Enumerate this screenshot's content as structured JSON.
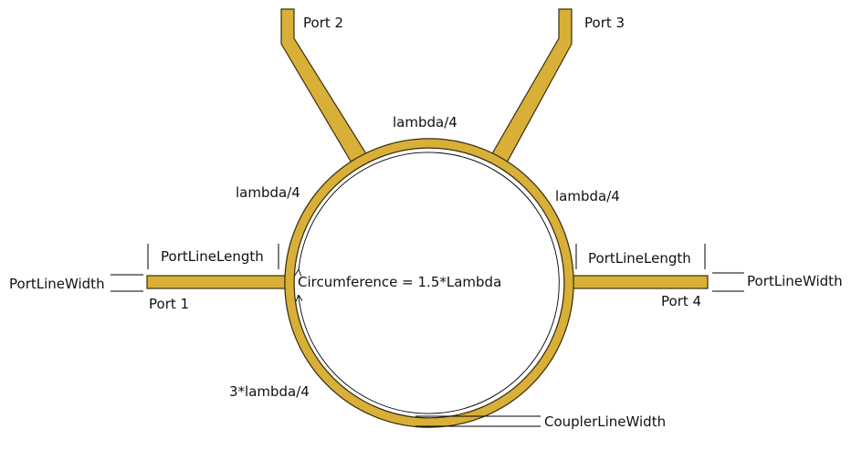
{
  "colors": {
    "metal": "#d8b038",
    "outline": "#3a2e10",
    "line": "#000000"
  },
  "labels": {
    "port1": "Port 1",
    "port2": "Port 2",
    "port3": "Port 3",
    "port4": "Port 4",
    "top_arc": "lambda/4",
    "left_arc": "lambda/4",
    "right_arc": "lambda/4",
    "bottom_arc": "3*lambda/4",
    "circumference": "Circumference = 1.5*Lambda",
    "port_line_length_left": "PortLineLength",
    "port_line_length_right": "PortLineLength",
    "port_line_width_left": "PortLineWidth",
    "port_line_width_right": "PortLineWidth",
    "coupler_line_width": "CouplerLineWidth"
  }
}
